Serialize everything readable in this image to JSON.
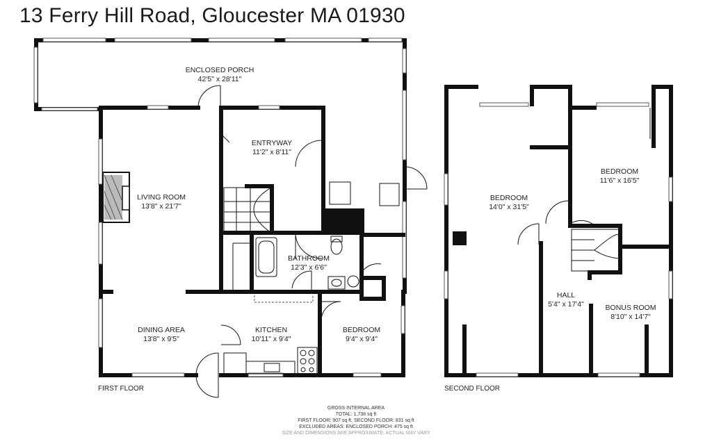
{
  "title": "13 Ferry Hill Road, Gloucester MA 01930",
  "floors": {
    "first": "FIRST FLOOR",
    "second": "SECOND FLOOR"
  },
  "rooms": {
    "porch": {
      "name": "ENCLOSED PORCH",
      "dims": "42'5\" x 28'11\""
    },
    "entryway": {
      "name": "ENTRYWAY",
      "dims": "11'2\" x 8'11\""
    },
    "living": {
      "name": "LIVING ROOM",
      "dims": "13'8\" x 21'7\""
    },
    "bathroom": {
      "name": "BATHROOM",
      "dims": "12'3\" x 6'6\""
    },
    "dining": {
      "name": "DINING AREA",
      "dims": "13'8\" x 9'5\""
    },
    "kitchen": {
      "name": "KITCHEN",
      "dims": "10'11\" x 9'4\""
    },
    "bedroom1": {
      "name": "BEDROOM",
      "dims": "9'4\" x 9'4\""
    },
    "bedroom2a": {
      "name": "BEDROOM",
      "dims": "14'0\" x 31'5\""
    },
    "bedroom2b": {
      "name": "BEDROOM",
      "dims": "11'6\" x 16'5\""
    },
    "hall": {
      "name": "HALL",
      "dims": "5'4\" x 17'4\""
    },
    "bonus": {
      "name": "BONUS ROOM",
      "dims": "8'10\" x 14'7\""
    }
  },
  "area": {
    "heading": "GROSS INTERNAL AREA",
    "total": "TOTAL: 1,738 sq ft",
    "floors": "FIRST FLOOR: 907 sq ft, SECOND FLOOR: 831 sq ft",
    "excluded": "EXCLUDED AREAS: ENCLOSED PORCH: 475 sq ft",
    "disclaimer": "SIZE AND DIMENSIONS ARE APPROXIMATE, ACTUAL MAY VARY"
  }
}
